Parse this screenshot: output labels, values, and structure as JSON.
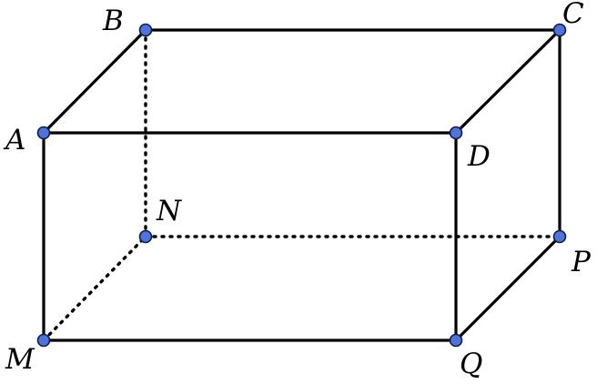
{
  "colors": {
    "edge": "#000000",
    "vertex_fill": "#4f73d8",
    "vertex_stroke": "#0b1f4d"
  },
  "vertices": {
    "A": {
      "label": "A"
    },
    "B": {
      "label": "B"
    },
    "C": {
      "label": "C"
    },
    "D": {
      "label": "D"
    },
    "M": {
      "label": "M"
    },
    "N": {
      "label": "N"
    },
    "P": {
      "label": "P"
    },
    "Q": {
      "label": "Q"
    }
  },
  "edges": [
    {
      "from": "A",
      "to": "B",
      "style": "solid"
    },
    {
      "from": "B",
      "to": "C",
      "style": "solid"
    },
    {
      "from": "A",
      "to": "D",
      "style": "solid"
    },
    {
      "from": "D",
      "to": "C",
      "style": "solid"
    },
    {
      "from": "A",
      "to": "M",
      "style": "solid"
    },
    {
      "from": "D",
      "to": "Q",
      "style": "solid"
    },
    {
      "from": "C",
      "to": "P",
      "style": "solid"
    },
    {
      "from": "M",
      "to": "Q",
      "style": "solid"
    },
    {
      "from": "Q",
      "to": "P",
      "style": "solid"
    },
    {
      "from": "B",
      "to": "N",
      "style": "dotted"
    },
    {
      "from": "M",
      "to": "N",
      "style": "dotted"
    },
    {
      "from": "N",
      "to": "P",
      "style": "dotted"
    }
  ]
}
